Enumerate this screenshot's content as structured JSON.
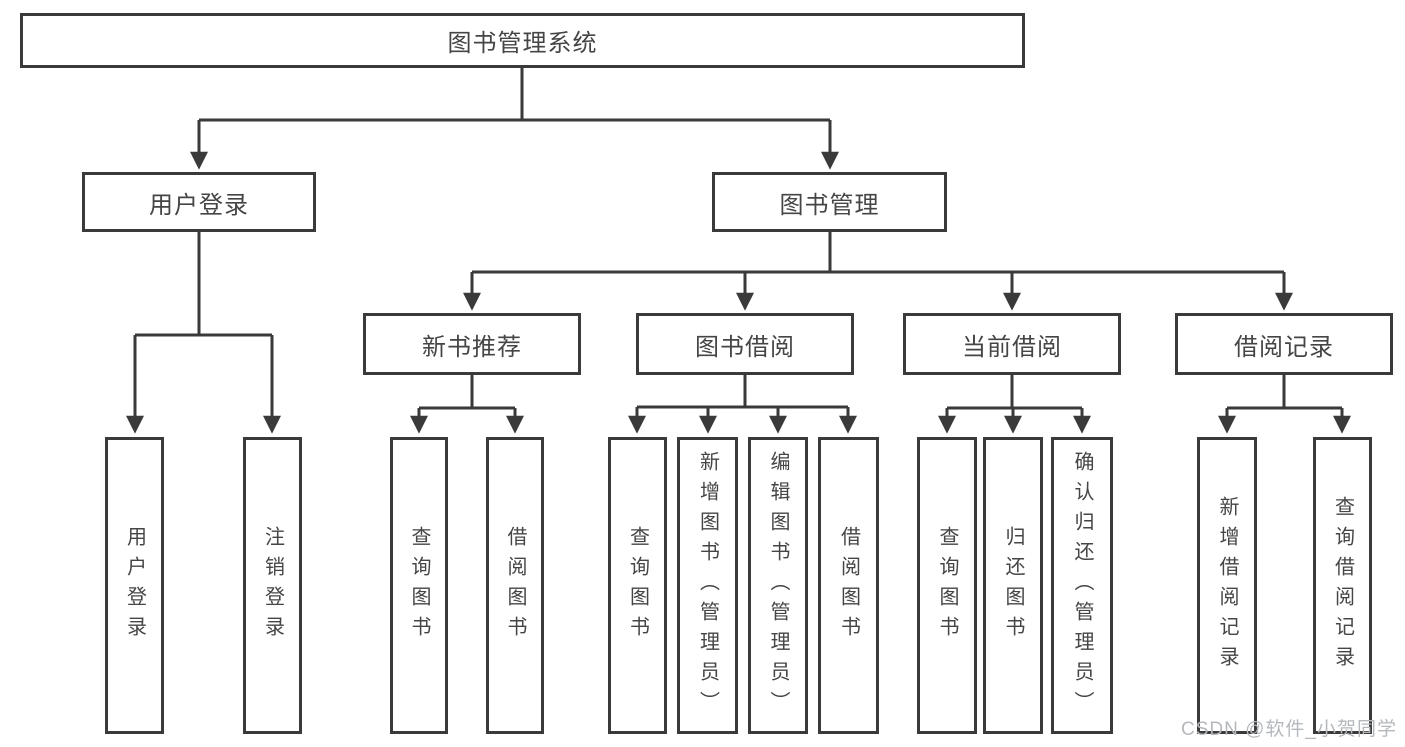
{
  "diagram": {
    "type": "tree",
    "root": {
      "label": "图书管理系统",
      "children": [
        {
          "label": "用户登录",
          "children": [
            {
              "label": "用户登录"
            },
            {
              "label": "注销登录"
            }
          ]
        },
        {
          "label": "图书管理",
          "children": [
            {
              "label": "新书推荐",
              "children": [
                {
                  "label": "查询图书"
                },
                {
                  "label": "借阅图书"
                }
              ]
            },
            {
              "label": "图书借阅",
              "children": [
                {
                  "label": "查询图书"
                },
                {
                  "label": "新增图书（管理员）"
                },
                {
                  "label": "编辑图书（管理员）"
                },
                {
                  "label": "借阅图书"
                }
              ]
            },
            {
              "label": "当前借阅",
              "children": [
                {
                  "label": "查询图书"
                },
                {
                  "label": "归还图书"
                },
                {
                  "label": "确认归还（管理员）"
                }
              ]
            },
            {
              "label": "借阅记录",
              "children": [
                {
                  "label": "新增借阅记录"
                },
                {
                  "label": "查询借阅记录"
                }
              ]
            }
          ]
        }
      ]
    }
  },
  "watermark": "CSDN @软件_小贺同学",
  "colors": {
    "line": "#3a3a3a",
    "box_border": "#3a3a3a",
    "text": "#454545",
    "background": "#ffffff",
    "watermark": "#b5b8bc"
  }
}
